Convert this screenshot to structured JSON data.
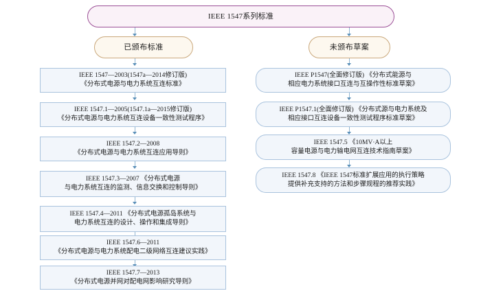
{
  "diagram": {
    "title": "IEEE 1547系列标准",
    "root": {
      "label": "IEEE 1547系列标准",
      "border_color": "#9b4f96",
      "fill_color": "#faf2f8"
    },
    "categories": [
      {
        "id": "published",
        "label": "已颁布标准",
        "border_color": "#c9a77a",
        "fill_color": "#fdf8ef"
      },
      {
        "id": "draft",
        "label": "未颁布草案",
        "border_color": "#c9a77a",
        "fill_color": "#fdf8ef"
      }
    ],
    "published_items": [
      {
        "label": "IEEE 1547—2003(1547a—2014修订版)\n《分布式电源与电力系统互连标准》"
      },
      {
        "label": "IEEE 1547.1—2005(1547.1a—2015修订版)\n《分布式电源与电力系统互连设备一致性测试程序》"
      },
      {
        "label": "IEEE 1547.2—2008\n《分布式电源与电力系统互连应用导则》"
      },
      {
        "label": "IEEE 1547.3—2007 《分布式电源\n与电力系统互连的监测、信息交换和控制导则》"
      },
      {
        "label": "IEEE 1547.4—2011 《分布式电源孤岛系统与\n电力系统互连的设计、操作和集成导则》"
      },
      {
        "label": "IEEE 1547.6—2011\n《分布式电源与电力系统配电二级网络互连建议实践》"
      },
      {
        "label": "IEEE 1547.7—2013\n《分布式电源并网对配电网影响研究导则》"
      }
    ],
    "draft_items": [
      {
        "label": "IEEE P1547(全面修订版) 《分布式能源与\n相应电力系统接口互连与互操作性标准草案》"
      },
      {
        "label": "IEEE P1547.1(全面修订版) 《分布式源与电力系统及\n相应接口互连设备一致性测试程序标准草案》"
      },
      {
        "label": "IEEE 1547.5 《10MV·A以上\n容量电源与电力输电网互连技术指南草案》"
      },
      {
        "label": "IEEE 1547.8 《IEEE 1547标准扩展应用的执行策略\n提供补充支持的方法和步骤规程的推荐实践》"
      }
    ],
    "colors": {
      "leaf_border": "#a8c2dd",
      "leaf_fill": "#f2f6fb",
      "connector": "#8fb4d0"
    }
  }
}
